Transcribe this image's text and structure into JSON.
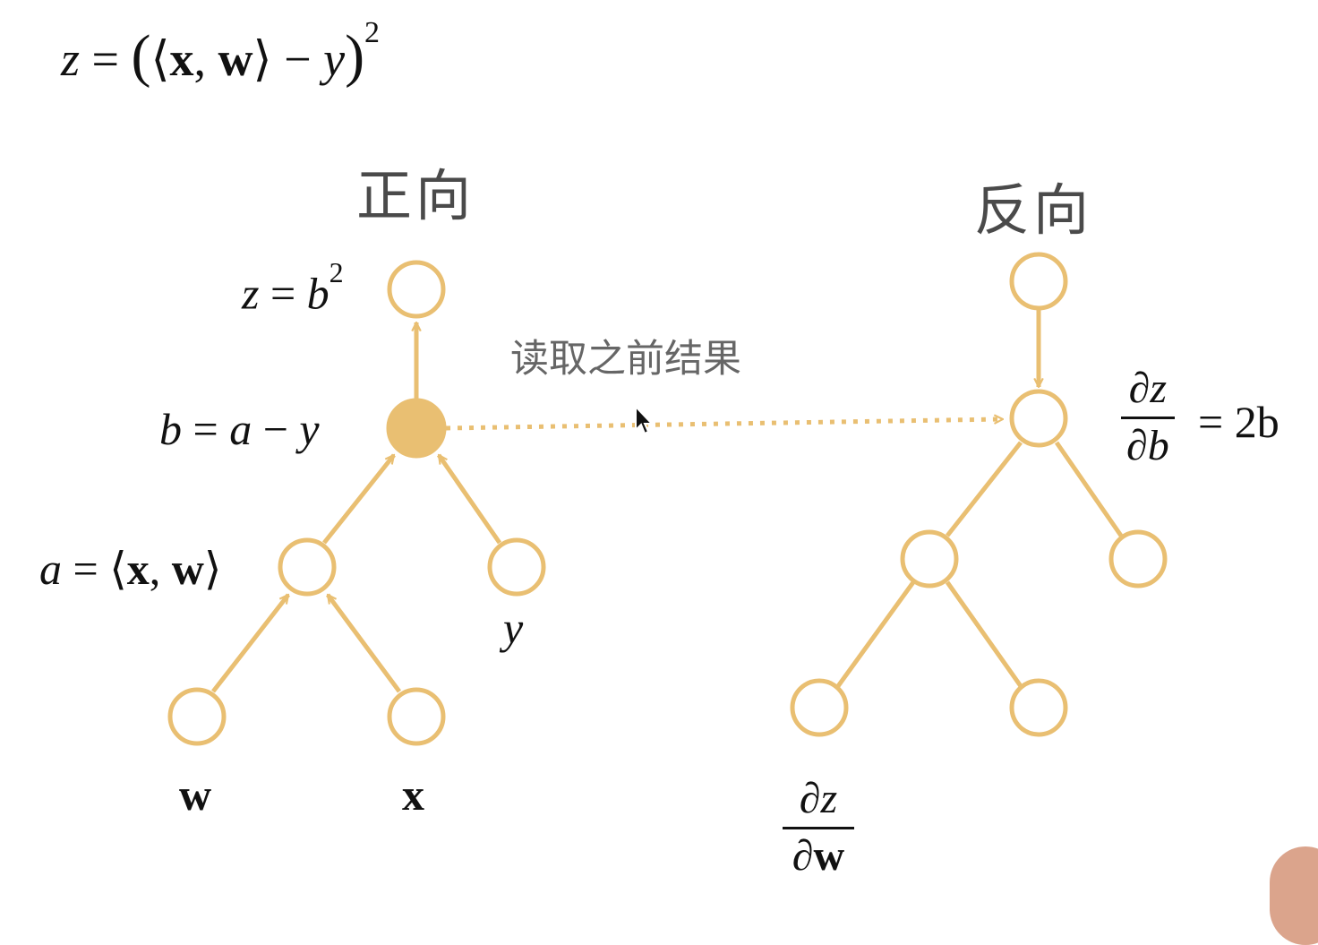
{
  "formula": {
    "lhs": "z",
    "eq": "=",
    "open_paren": "(",
    "langle": "⟨",
    "x": "x",
    "comma": ",",
    "w": "w",
    "rangle": "⟩",
    "minus": "−",
    "y": "y",
    "close_paren": ")",
    "exp": "2"
  },
  "forward": {
    "heading": "正向",
    "z_label": {
      "lhs": "z",
      "eq": "=",
      "b": "b",
      "exp": "2"
    },
    "b_label": {
      "b": "b",
      "eq": "=",
      "a": "a",
      "minus": "−",
      "y": "y"
    },
    "a_label": {
      "a": "a",
      "eq": "=",
      "langle": "⟨",
      "x": "x",
      "comma": ",",
      "w": "w",
      "rangle": "⟩"
    },
    "y_label": "y",
    "w_label": "w",
    "x_label": "x"
  },
  "note": "读取之前结果",
  "backward": {
    "heading": "反向",
    "dzdb": {
      "num": "∂z",
      "den": "∂b",
      "rhs": "= 2b"
    },
    "dzdw": {
      "num": "∂z",
      "den": "∂w"
    }
  },
  "colors": {
    "node": "#e9bf72",
    "node_fill": "#e9bf72",
    "text": "#111111",
    "heading": "#4a4a4a"
  }
}
